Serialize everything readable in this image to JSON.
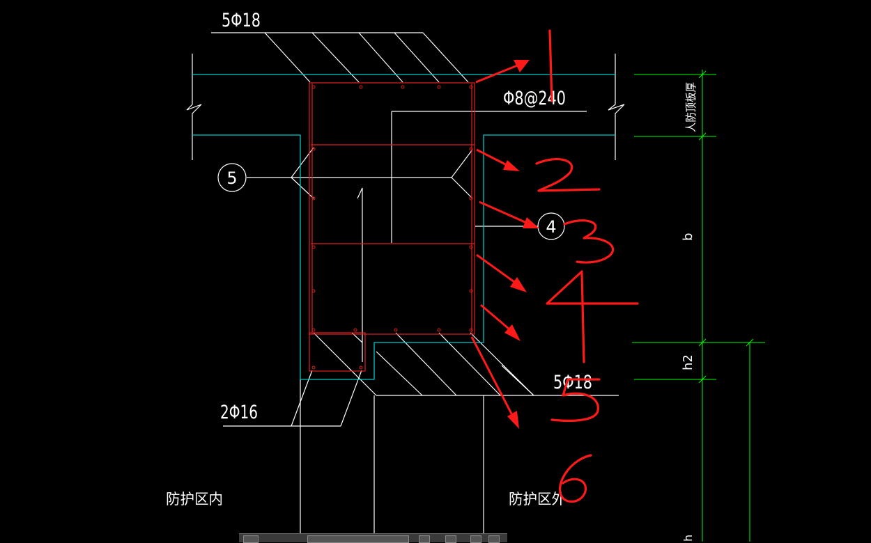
{
  "labels": {
    "top_rebar": "5Φ18",
    "bottom_rebar": "5Φ18",
    "stirrup": "Φ8@240",
    "side_rebar": "2Φ16",
    "slab_label": "人防顶板厚",
    "dim_b": "b",
    "dim_h2": "h2",
    "dim_h": "h",
    "zone_inside": "防护区内",
    "zone_outside": "防护区外",
    "callout_5": "5",
    "callout_4": "4"
  },
  "annotations": {
    "hand_1": "1",
    "hand_2": "2",
    "hand_3": "3",
    "hand_4": "4",
    "hand_5": "5",
    "hand_6": "6"
  },
  "colors": {
    "background": "#000000",
    "outline": "#ffffff",
    "concrete_edge": "#00c8c8",
    "rebar": "#e02020",
    "dimension": "#00ff00",
    "markup": "#ff1a1a"
  }
}
